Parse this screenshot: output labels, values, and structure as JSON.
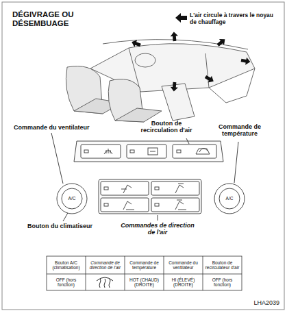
{
  "diagram": {
    "title": "DÉGIVRAGE OU DÉSEMBUAGE",
    "labels": [
      "Commande du ventilateur",
      "Bouton de recirculation d'air",
      "Commande de température",
      "A/C",
      "A/C",
      "Bouton du climatiseur",
      "Commandes de direction de l'air",
      "Bouton A/C (climatisation)",
      "Commande de direction de l'air",
      "Commande de température",
      "Commande du ventilateur",
      "Bouton de recirculateur d'air",
      "OFF (hors fonction)",
      "HOT (CHAUD) (DROITE)",
      "HI (ÉLEVÉ) (DROITE)",
      "OFF (hors fonction)",
      "LHA2039"
    ],
    "legend": [
      {
        "text": "L'air circule à travers le noyau de chauffage"
      }
    ]
  }
}
